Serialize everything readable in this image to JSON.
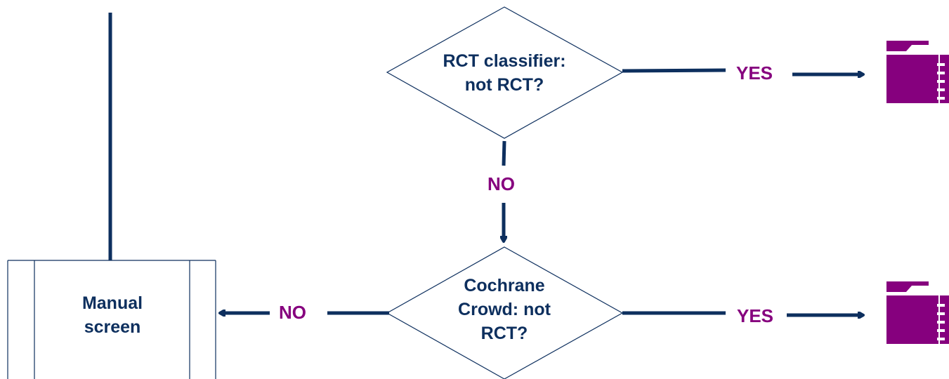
{
  "colors": {
    "line": "#0d2f5e",
    "accent": "#86007e",
    "node_text": "#0d2f5e"
  },
  "nodes": {
    "decision_rct": {
      "text": "RCT classifier:\nnot RCT?"
    },
    "decision_crowd": {
      "text": "Cochrane\nCrowd: not\nRCT?"
    },
    "process_manual": {
      "text": "Manual\nscreen"
    }
  },
  "edges": {
    "rct_yes": "YES",
    "rct_no": "NO",
    "crowd_yes": "YES",
    "crowd_no": "NO"
  },
  "icons": [
    "folder-document-icon",
    "folder-document-icon"
  ]
}
